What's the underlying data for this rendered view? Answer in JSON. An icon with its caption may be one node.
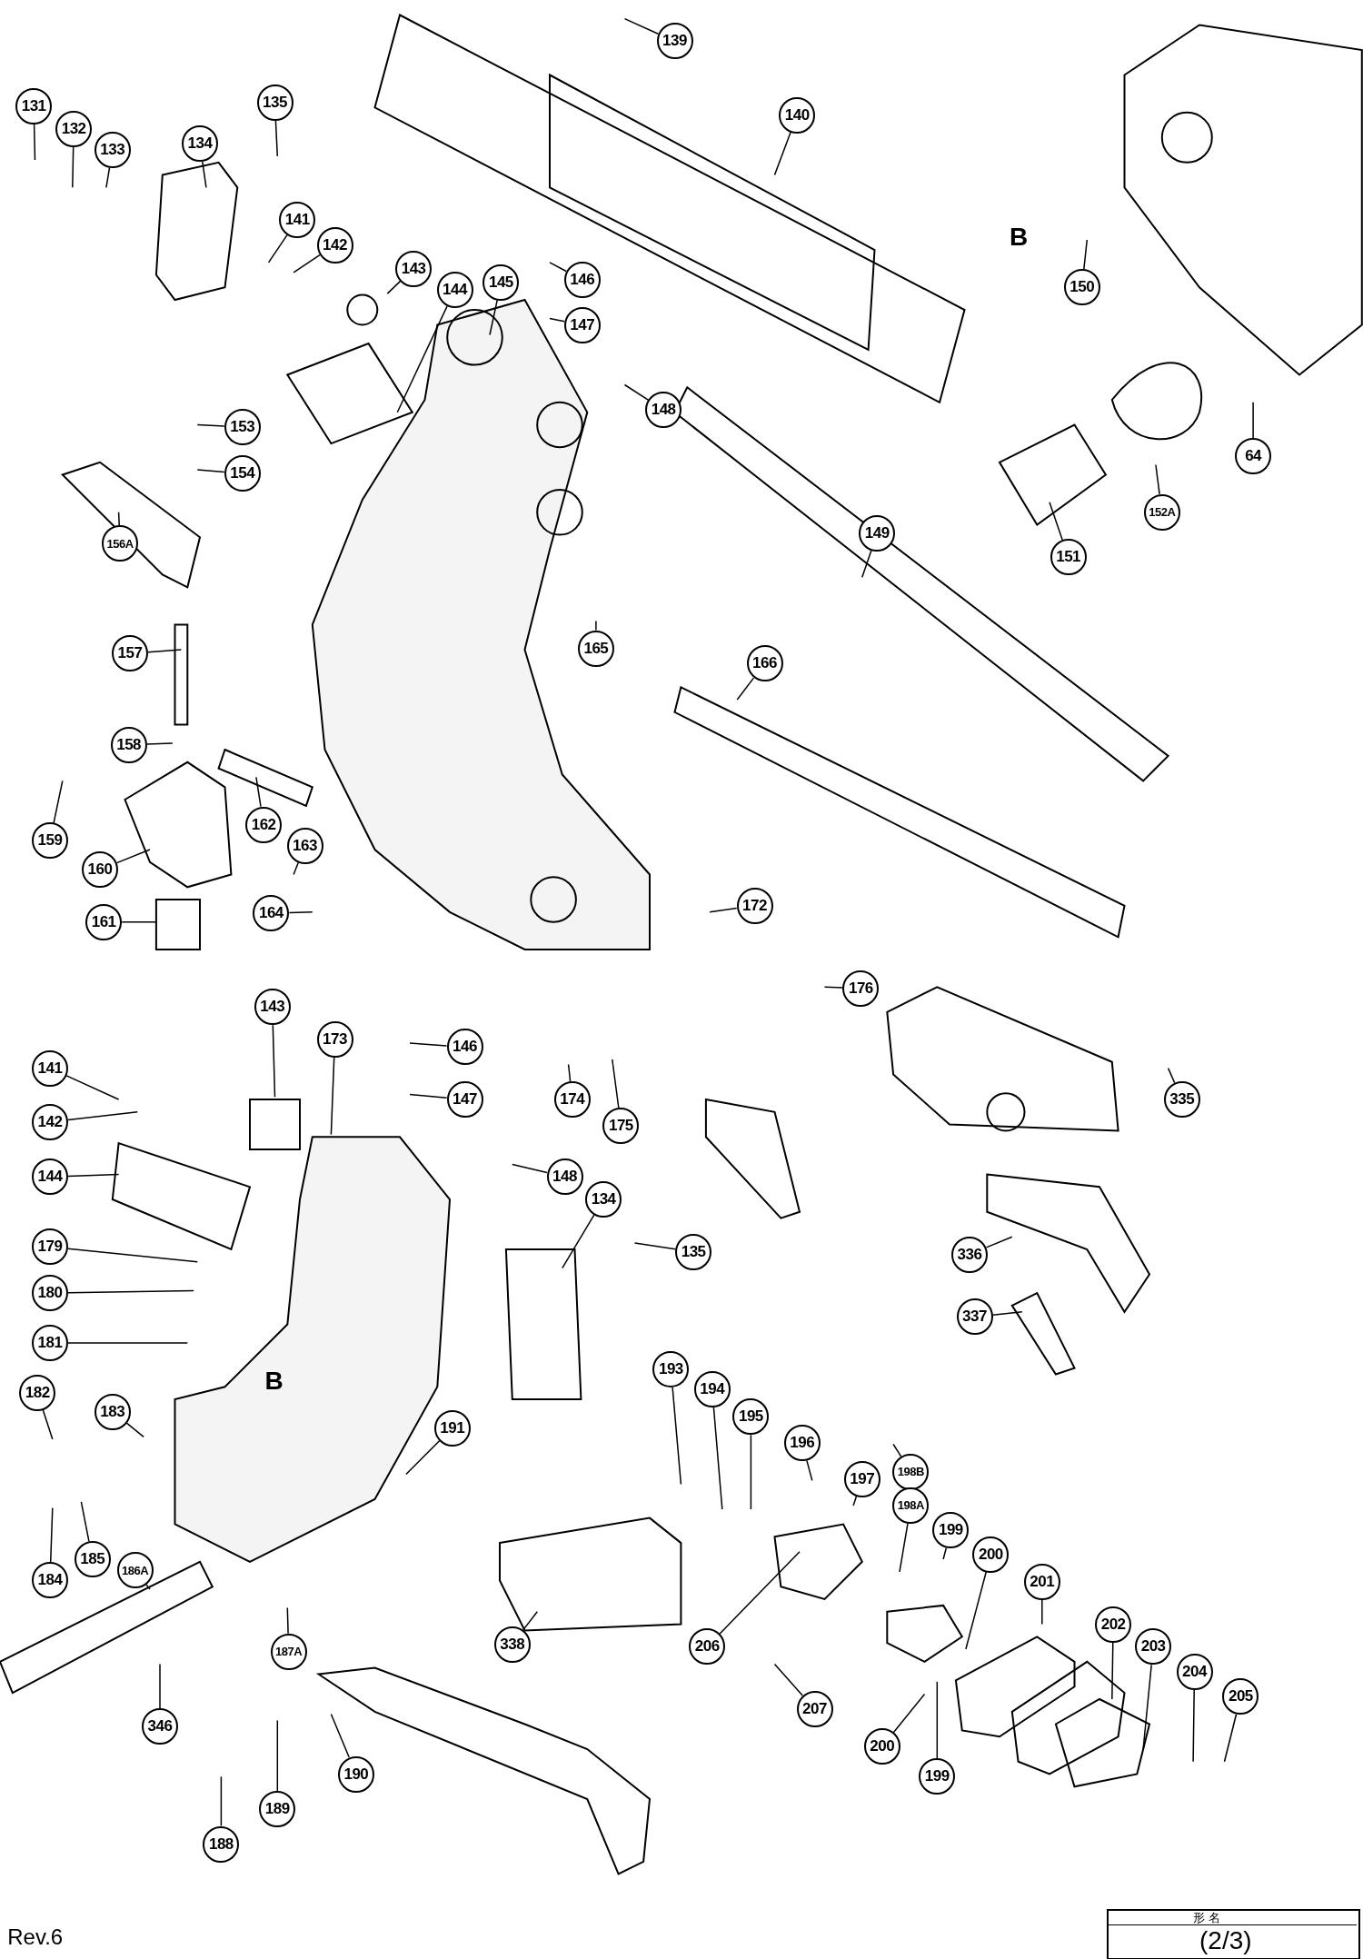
{
  "diagram": {
    "nodes": [
      {
        "text": [
          "131"
        ]
      },
      {
        "text": [
          "132"
        ]
      },
      {
        "text": [
          "133"
        ]
      },
      {
        "text": [
          "134"
        ]
      },
      {
        "text": [
          "135"
        ]
      },
      {
        "text": [
          "139"
        ]
      },
      {
        "text": [
          "140"
        ]
      },
      {
        "text": [
          "141"
        ]
      },
      {
        "text": [
          "142"
        ]
      },
      {
        "text": [
          "143"
        ]
      },
      {
        "text": [
          "144"
        ]
      },
      {
        "text": [
          "145"
        ]
      },
      {
        "text": [
          "146"
        ]
      },
      {
        "text": [
          "147"
        ]
      },
      {
        "text": [
          "148"
        ]
      },
      {
        "text": [
          "149"
        ]
      },
      {
        "text": [
          "150"
        ]
      },
      {
        "text": [
          "151"
        ]
      },
      {
        "text": [
          "152A"
        ]
      },
      {
        "text": [
          "64"
        ]
      },
      {
        "text": [
          "153"
        ]
      },
      {
        "text": [
          "154"
        ]
      },
      {
        "text": [
          "156A"
        ]
      },
      {
        "text": [
          "157"
        ]
      },
      {
        "text": [
          "158"
        ]
      },
      {
        "text": [
          "159"
        ]
      },
      {
        "text": [
          "160"
        ]
      },
      {
        "text": [
          "161"
        ]
      },
      {
        "text": [
          "162"
        ]
      },
      {
        "text": [
          "163"
        ]
      },
      {
        "text": [
          "164"
        ]
      },
      {
        "text": [
          "165"
        ]
      },
      {
        "text": [
          "166"
        ]
      },
      {
        "text": [
          "172"
        ]
      },
      {
        "text": [
          "176"
        ]
      },
      {
        "text": [
          "143"
        ]
      },
      {
        "text": [
          "173"
        ]
      },
      {
        "text": [
          "146"
        ]
      },
      {
        "text": [
          "147"
        ]
      },
      {
        "text": [
          "174"
        ]
      },
      {
        "text": [
          "175"
        ]
      },
      {
        "text": [
          "335"
        ]
      },
      {
        "text": [
          "141"
        ]
      },
      {
        "text": [
          "142"
        ]
      },
      {
        "text": [
          "144"
        ]
      },
      {
        "text": [
          "148"
        ]
      },
      {
        "text": [
          "134"
        ]
      },
      {
        "text": [
          "135"
        ]
      },
      {
        "text": [
          "336"
        ]
      },
      {
        "text": [
          "337"
        ]
      },
      {
        "text": [
          "179"
        ]
      },
      {
        "text": [
          "180"
        ]
      },
      {
        "text": [
          "181"
        ]
      },
      {
        "text": [
          "182"
        ]
      },
      {
        "text": [
          "183"
        ]
      },
      {
        "text": [
          "191"
        ]
      },
      {
        "text": [
          "193"
        ]
      },
      {
        "text": [
          "194"
        ]
      },
      {
        "text": [
          "195"
        ]
      },
      {
        "text": [
          "196"
        ]
      },
      {
        "text": [
          "197"
        ]
      },
      {
        "text": [
          "198B"
        ]
      },
      {
        "text": [
          "198A"
        ]
      },
      {
        "text": [
          "199"
        ]
      },
      {
        "text": [
          "200"
        ]
      },
      {
        "text": [
          "201"
        ]
      },
      {
        "text": [
          "184"
        ]
      },
      {
        "text": [
          "185"
        ]
      },
      {
        "text": [
          "186A"
        ]
      },
      {
        "text": [
          "187A"
        ]
      },
      {
        "text": [
          "338"
        ]
      },
      {
        "text": [
          "206"
        ]
      },
      {
        "text": [
          "207"
        ]
      },
      {
        "text": [
          "200"
        ]
      },
      {
        "text": [
          "199"
        ]
      },
      {
        "text": [
          "202"
        ]
      },
      {
        "text": [
          "203"
        ]
      },
      {
        "text": [
          "204"
        ]
      },
      {
        "text": [
          "205"
        ]
      },
      {
        "text": [
          "346"
        ]
      },
      {
        "text": [
          "190"
        ]
      },
      {
        "text": [
          "189"
        ]
      },
      {
        "text": [
          "188"
        ]
      }
    ],
    "edges": [
      {
        "from": 0,
        "to": null,
        "arrow": "none"
      },
      {
        "from": 1,
        "to": null,
        "arrow": "none"
      },
      {
        "from": 2,
        "to": null,
        "arrow": "none"
      },
      {
        "from": 3,
        "to": null,
        "arrow": "none"
      },
      {
        "from": 4,
        "to": null,
        "arrow": "none"
      },
      {
        "from": 5,
        "to": null,
        "arrow": "none"
      },
      {
        "from": 6,
        "to": null,
        "arrow": "none"
      },
      {
        "from": 7,
        "to": null,
        "arrow": "none"
      },
      {
        "from": 8,
        "to": null,
        "arrow": "none"
      },
      {
        "from": 9,
        "to": null,
        "arrow": "none"
      },
      {
        "from": 10,
        "to": null,
        "arrow": "none"
      },
      {
        "from": 11,
        "to": null,
        "arrow": "none"
      },
      {
        "from": 12,
        "to": null,
        "arrow": "none"
      },
      {
        "from": 13,
        "to": null,
        "arrow": "none"
      },
      {
        "from": 14,
        "to": null,
        "arrow": "none"
      },
      {
        "from": 15,
        "to": null,
        "arrow": "none"
      },
      {
        "from": 16,
        "to": null,
        "arrow": "none"
      },
      {
        "from": 17,
        "to": null,
        "arrow": "none"
      },
      {
        "from": 18,
        "to": null,
        "arrow": "none"
      },
      {
        "from": 19,
        "to": null,
        "arrow": "none"
      },
      {
        "from": 20,
        "to": null,
        "arrow": "none"
      },
      {
        "from": 21,
        "to": null,
        "arrow": "none"
      },
      {
        "from": 22,
        "to": null,
        "arrow": "none"
      },
      {
        "from": 23,
        "to": null,
        "arrow": "none"
      },
      {
        "from": 24,
        "to": null,
        "arrow": "none"
      },
      {
        "from": 25,
        "to": null,
        "arrow": "none"
      },
      {
        "from": 26,
        "to": null,
        "arrow": "none"
      },
      {
        "from": 27,
        "to": null,
        "arrow": "none"
      },
      {
        "from": 28,
        "to": null,
        "arrow": "none"
      },
      {
        "from": 29,
        "to": null,
        "arrow": "none"
      },
      {
        "from": 30,
        "to": null,
        "arrow": "none"
      },
      {
        "from": 31,
        "to": null,
        "arrow": "none"
      },
      {
        "from": 32,
        "to": null,
        "arrow": "none"
      },
      {
        "from": 33,
        "to": null,
        "arrow": "none"
      },
      {
        "from": 34,
        "to": null,
        "arrow": "none"
      },
      {
        "from": 35,
        "to": null,
        "arrow": "none"
      },
      {
        "from": 36,
        "to": null,
        "arrow": "none"
      },
      {
        "from": 37,
        "to": null,
        "arrow": "none"
      },
      {
        "from": 38,
        "to": null,
        "arrow": "none"
      },
      {
        "from": 39,
        "to": null,
        "arrow": "none"
      },
      {
        "from": 40,
        "to": null,
        "arrow": "none"
      },
      {
        "from": 41,
        "to": null,
        "arrow": "none"
      },
      {
        "from": 42,
        "to": null,
        "arrow": "none"
      },
      {
        "from": 43,
        "to": null,
        "arrow": "none"
      },
      {
        "from": 44,
        "to": null,
        "arrow": "none"
      },
      {
        "from": 45,
        "to": null,
        "arrow": "none"
      },
      {
        "from": 46,
        "to": null,
        "arrow": "none"
      },
      {
        "from": 47,
        "to": null,
        "arrow": "none"
      },
      {
        "from": 48,
        "to": null,
        "arrow": "none"
      },
      {
        "from": 49,
        "to": null,
        "arrow": "none"
      },
      {
        "from": 50,
        "to": null,
        "arrow": "none"
      },
      {
        "from": 51,
        "to": null,
        "arrow": "none"
      },
      {
        "from": 52,
        "to": null,
        "arrow": "none"
      },
      {
        "from": 53,
        "to": null,
        "arrow": "none"
      },
      {
        "from": 54,
        "to": null,
        "arrow": "none"
      },
      {
        "from": 55,
        "to": null,
        "arrow": "none"
      },
      {
        "from": 56,
        "to": null,
        "arrow": "none"
      },
      {
        "from": 57,
        "to": null,
        "arrow": "none"
      },
      {
        "from": 58,
        "to": null,
        "arrow": "none"
      },
      {
        "from": 59,
        "to": null,
        "arrow": "none"
      },
      {
        "from": 60,
        "to": null,
        "arrow": "none"
      },
      {
        "from": 61,
        "to": null,
        "arrow": "none"
      },
      {
        "from": 62,
        "to": null,
        "arrow": "none"
      },
      {
        "from": 63,
        "to": null,
        "arrow": "none"
      },
      {
        "from": 64,
        "to": null,
        "arrow": "none"
      },
      {
        "from": 65,
        "to": null,
        "arrow": "none"
      },
      {
        "from": 66,
        "to": null,
        "arrow": "none"
      },
      {
        "from": 67,
        "to": null,
        "arrow": "none"
      },
      {
        "from": 68,
        "to": null,
        "arrow": "none"
      },
      {
        "from": 69,
        "to": null,
        "arrow": "none"
      },
      {
        "from": 70,
        "to": null,
        "arrow": "none"
      },
      {
        "from": 71,
        "to": null,
        "arrow": "none"
      },
      {
        "from": 72,
        "to": null,
        "arrow": "none"
      },
      {
        "from": 73,
        "to": null,
        "arrow": "none"
      },
      {
        "from": 74,
        "to": null,
        "arrow": "none"
      },
      {
        "from": 75,
        "to": null,
        "arrow": "none"
      },
      {
        "from": 76,
        "to": null,
        "arrow": "none"
      },
      {
        "from": 77,
        "to": null,
        "arrow": "none"
      },
      {
        "from": 78,
        "to": null,
        "arrow": "none"
      },
      {
        "from": 79,
        "to": null,
        "arrow": "none"
      },
      {
        "from": 80,
        "to": null,
        "arrow": "none"
      },
      {
        "from": 81,
        "to": null,
        "arrow": "none"
      },
      {
        "from": 82,
        "to": null,
        "arrow": "none"
      }
    ],
    "labels": [
      "B",
      "B",
      "Rev.6",
      "形 名",
      "(2/3)"
    ]
  }
}
